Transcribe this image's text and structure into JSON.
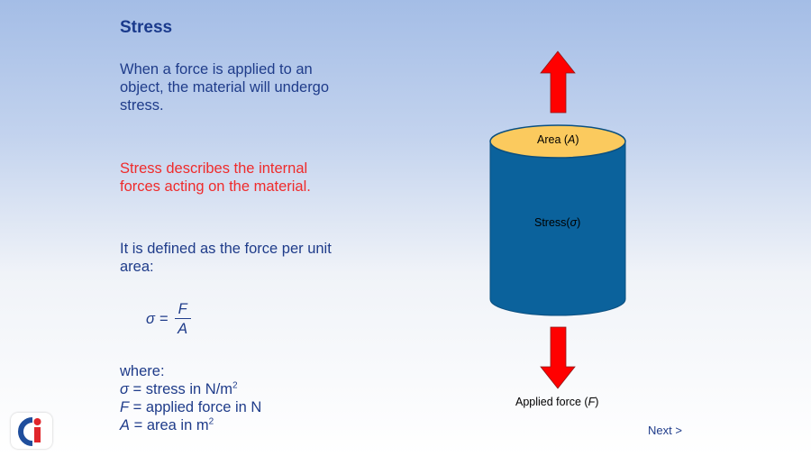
{
  "slide": {
    "title": "Stress",
    "intro": "When a force is applied to an object, the material will undergo stress.",
    "definition_highlight": "Stress describes the internal forces acting on the material.",
    "defined_as": "It is defined as the force per unit area:",
    "formula": {
      "lhs": "σ",
      "equals": "=",
      "numerator": "F",
      "denominator": "A"
    },
    "where": {
      "label": "where:",
      "items": [
        {
          "symbol": "σ",
          "text": " = stress in N/m",
          "sup": "2"
        },
        {
          "symbol": "F",
          "text": " = applied force in N",
          "sup": ""
        },
        {
          "symbol": "A",
          "text": " = area in m",
          "sup": "2"
        }
      ]
    }
  },
  "diagram": {
    "area_label_prefix": "Area (",
    "area_symbol": "A",
    "area_label_suffix": ")",
    "stress_label_prefix": "Stress(",
    "stress_symbol": "σ",
    "stress_label_suffix": ")",
    "force_label_prefix": "Applied force (",
    "force_symbol": "F",
    "force_label_suffix": ")"
  },
  "nav": {
    "next_label": "Next >"
  },
  "colors": {
    "title": "#1a3a8c",
    "body_text": "#1f3c8a",
    "highlight_text": "#ef2b2b",
    "cylinder_body": "#0b629c",
    "cylinder_top": "#fbca5e",
    "arrow": "#ff0000"
  },
  "icons": {
    "logo": "ci-logo-icon",
    "arrow_up": "arrow-up-icon",
    "arrow_down": "arrow-down-icon"
  }
}
